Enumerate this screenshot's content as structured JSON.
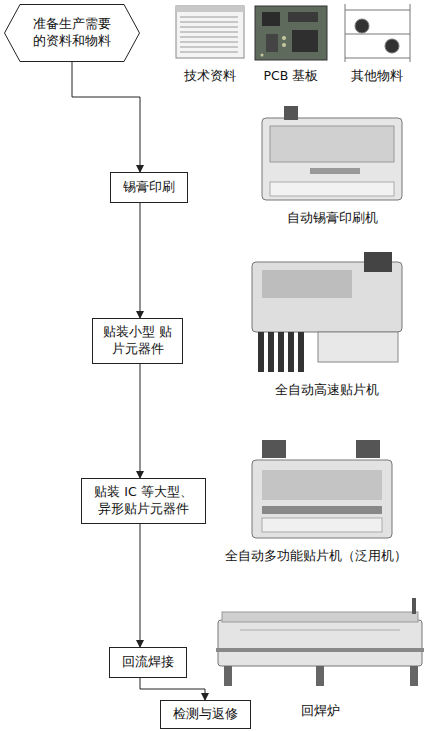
{
  "diagram": {
    "nodes": [
      {
        "text": [
          "准备生产需要 的资料和物料"
        ]
      },
      {
        "text": [
          "锡膏印刷"
        ]
      },
      {
        "text": [
          "贴装小型 贴片元器件"
        ]
      },
      {
        "text": [
          "贴装 IC 等大型、 异形贴片元器件"
        ]
      },
      {
        "text": [
          "回流焊接"
        ]
      },
      {
        "text": [
          "检测与返修"
        ]
      }
    ],
    "edges": [
      {
        "from": 0,
        "to": 1,
        "arrow": "to"
      },
      {
        "from": 1,
        "to": 2,
        "arrow": "to"
      },
      {
        "from": 2,
        "to": 3,
        "arrow": "to"
      },
      {
        "from": 3,
        "to": 4,
        "arrow": "to"
      },
      {
        "from": 4,
        "to": 5,
        "arrow": "to"
      }
    ],
    "labels": [
      "技术资料",
      "PCB 基板",
      "其他物料",
      "自动锡膏印刷机",
      "全自动高速贴片机",
      "全自动多功能贴片机（泛用机）",
      "回焊炉"
    ]
  }
}
